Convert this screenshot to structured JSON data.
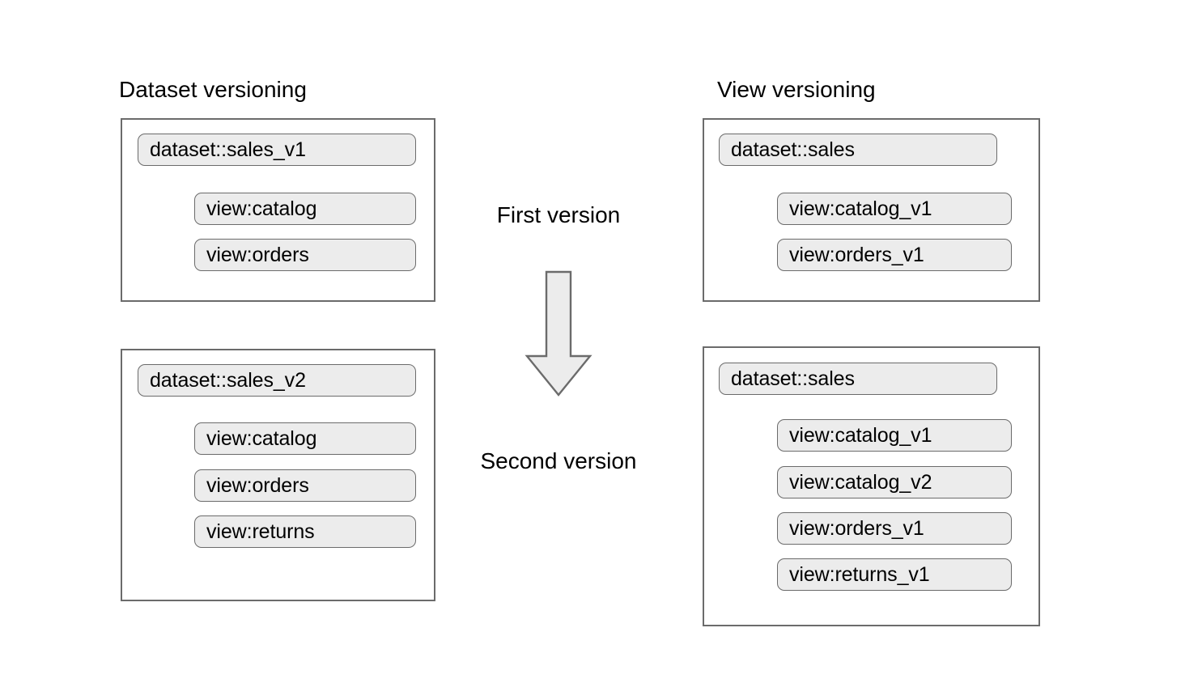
{
  "diagram": {
    "title_left": "Dataset versioning",
    "title_right": "View versioning",
    "stages": {
      "first": "First version",
      "second": "Second version"
    },
    "arrow": {
      "name": "down-arrow-icon",
      "direction": "down",
      "fill": "#ececec",
      "stroke": "#6b6b6b"
    },
    "colors": {
      "panel_border": "#6b6b6b",
      "pill_fill": "#ececec",
      "pill_border": "#6b6b6b",
      "text": "#000000",
      "background": "#ffffff"
    }
  },
  "columns": [
    {
      "id": "dataset-versioning",
      "title": "Dataset versioning",
      "panels": [
        {
          "id": "dataset-versioning-first",
          "stage": "First version",
          "dataset": "dataset::sales_v1",
          "views": [
            "view:catalog",
            "view:orders"
          ]
        },
        {
          "id": "dataset-versioning-second",
          "stage": "Second version",
          "dataset": "dataset::sales_v2",
          "views": [
            "view:catalog",
            "view:orders",
            "view:returns"
          ]
        }
      ]
    },
    {
      "id": "view-versioning",
      "title": "View versioning",
      "panels": [
        {
          "id": "view-versioning-first",
          "stage": "First version",
          "dataset": "dataset::sales",
          "views": [
            "view:catalog_v1",
            "view:orders_v1"
          ]
        },
        {
          "id": "view-versioning-second",
          "stage": "Second version",
          "dataset": "dataset::sales",
          "views": [
            "view:catalog_v1",
            "view:catalog_v2",
            "view:orders_v1",
            "view:returns_v1"
          ]
        }
      ]
    }
  ]
}
